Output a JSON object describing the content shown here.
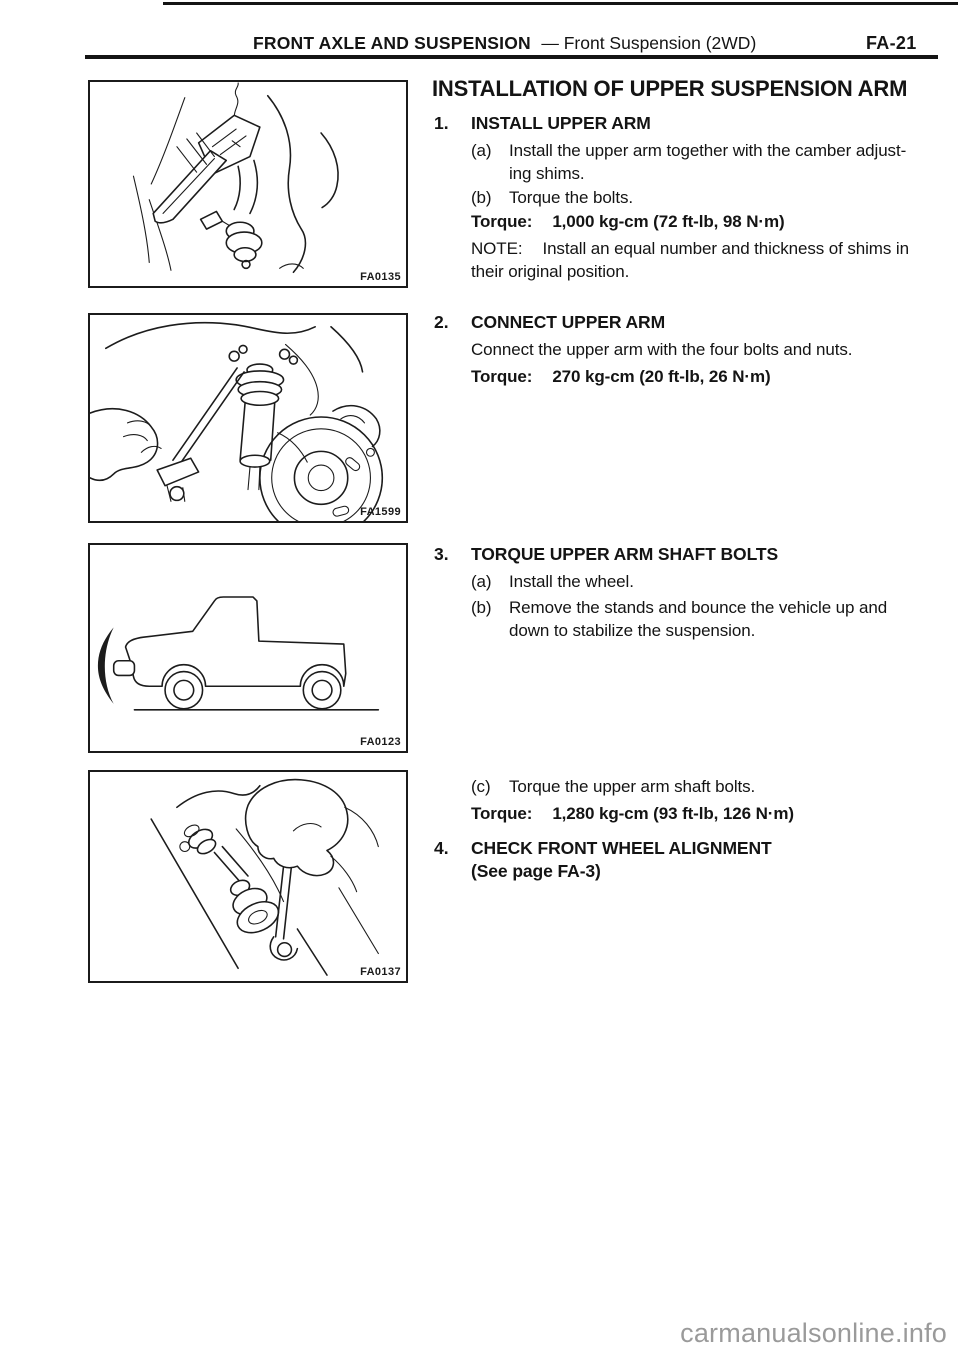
{
  "header": {
    "title_main": "FRONT AXLE AND SUSPENSION",
    "title_sub": "— Front Suspension (2WD)",
    "page_code": "FA-21"
  },
  "title": "INSTALLATION OF UPPER SUSPENSION ARM",
  "step1": {
    "num": "1.",
    "heading": "INSTALL UPPER ARM",
    "a_label": "(a)",
    "a_line1": "Install the upper arm together with the camber adjust-",
    "a_line2": "ing shims.",
    "b_label": "(b)",
    "b_text": "Torque the bolts.",
    "torque_label": "Torque:",
    "torque_value": "1,000 kg-cm (72 ft-lb, 98 N·m)",
    "note_label": "NOTE:",
    "note_line1": "Install an equal number and thickness of shims in",
    "note_line2": "their original position."
  },
  "step2": {
    "num": "2.",
    "heading": "CONNECT UPPER ARM",
    "body": "Connect the upper arm with the four bolts and nuts.",
    "torque_label": "Torque:",
    "torque_value": "270 kg-cm (20 ft-lb, 26 N·m)"
  },
  "step3": {
    "num": "3.",
    "heading": "TORQUE UPPER ARM SHAFT BOLTS",
    "a_label": "(a)",
    "a_text": "Install the wheel.",
    "b_label": "(b)",
    "b_line1": "Remove the stands and bounce the vehicle up and",
    "b_line2": "down to stabilize the suspension.",
    "c_label": "(c)",
    "c_text": "Torque the upper arm shaft bolts.",
    "torque_label": "Torque:",
    "torque_value": "1,280 kg-cm (93 ft-lb, 126 N·m)"
  },
  "step4": {
    "num": "4.",
    "heading": "CHECK FRONT WHEEL ALIGNMENT",
    "sub": "(See page FA-3)"
  },
  "figures": {
    "fig1_code": "FA0135",
    "fig2_code": "FA1599",
    "fig3_code": "FA0123",
    "fig4_code": "FA0137"
  },
  "watermark": "carmanualsonline.info",
  "colors": {
    "ink": "#141414",
    "paper": "#ffffff",
    "watermark": "#9a9a9a"
  }
}
